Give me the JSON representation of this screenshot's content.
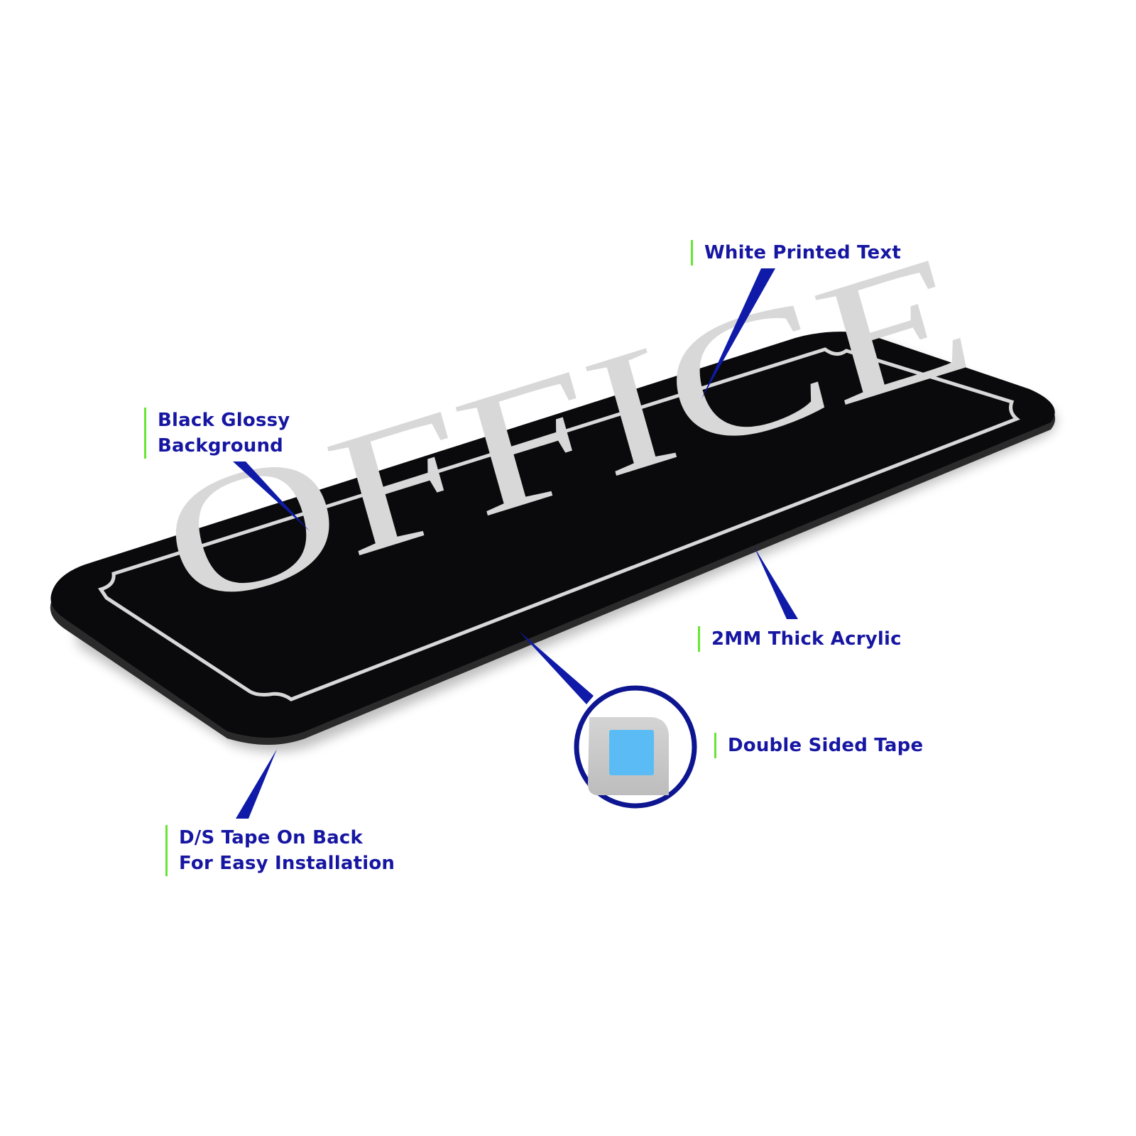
{
  "sign": {
    "text": "OFFICE",
    "background_color": "#0a0a0c",
    "text_color": "#d8d8d8"
  },
  "callouts": [
    {
      "id": "white-printed-text",
      "lines": [
        "White Printed Text"
      ]
    },
    {
      "id": "black-glossy-background",
      "lines": [
        "Black Glossy",
        "Background"
      ]
    },
    {
      "id": "2mm-thick-acrylic",
      "lines": [
        "2MM Thick Acrylic"
      ]
    },
    {
      "id": "double-sided-tape",
      "lines": [
        "Double Sided Tape"
      ]
    },
    {
      "id": "ds-tape-on-back",
      "lines": [
        "D/S Tape On Back",
        "For Easy Installation"
      ]
    }
  ],
  "colors": {
    "label": "#1616a3",
    "label_bar": "#66e633",
    "pointer": "#0f1aa8",
    "tape": "#5bbcf5"
  }
}
